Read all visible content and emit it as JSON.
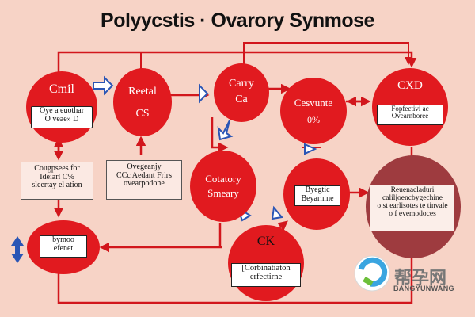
{
  "title": "Polyycstis · Ovarory Synmose",
  "nodes": {
    "cmil": {
      "title": "Cmil",
      "box": "Oye a euothar\nO veae» D"
    },
    "reetal": {
      "line1": "Reetal",
      "line2": "CS"
    },
    "carry": {
      "line1": "Carry",
      "line2": "Ca"
    },
    "cesvunte": {
      "line1": "Cesvunte",
      "line2": "0%"
    },
    "cxd": {
      "title": "CXD",
      "box": "Fopfectivi ac\nOvearnboree"
    },
    "cotatory": {
      "line1": "Cotatory",
      "line2": "Smeary"
    },
    "byegtic": {
      "box": "Byegtic\nBeyarnme"
    },
    "darkred": {
      "box": "Reuenacladuri\ncaliljoencbygechine\no st earlisotes te tinvale\no f evemodoces"
    },
    "bymoo": {
      "box": "bymoo\nefenet"
    },
    "ck": {
      "title": "CK",
      "box": "[Corbinatiaton\nerfectirne"
    }
  },
  "notes": {
    "left": "Cougpsees for\nIdeiarl C%\nsleertay el ation",
    "mid": "Ovegeanjy\nCCc Aedant Frirs\novearpodone"
  },
  "watermark": {
    "text": "帮孕网",
    "sub": "BANGYUNWANG"
  },
  "colors": {
    "background": "#f7d3c6",
    "node_red": "#e11a1f",
    "node_dark": "#9e3b3f",
    "arrow": "#d2161c",
    "blue_arrow": "#2a55b5"
  }
}
